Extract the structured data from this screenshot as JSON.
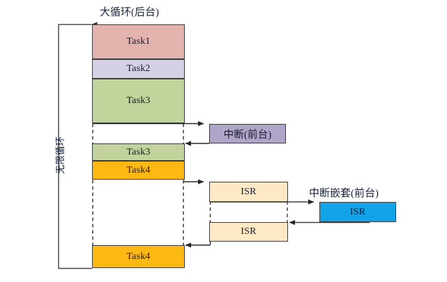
{
  "diagram": {
    "title_top": "大循环(后台)",
    "loop_label": "无限循环",
    "nested_label": "中断嵌套(前台)",
    "interrupt_label": "中断(前台)",
    "colors": {
      "task1": "#e3b3ae",
      "task2": "#d5d0e5",
      "task3": "#c2d49c",
      "task4": "#fdb913",
      "interrupt": "#b0a4c8",
      "isr": "#fdeac4",
      "isr_nested": "#13a3e8",
      "stroke": "#3a3a3a",
      "line": "#404040"
    },
    "background_blocks": [
      {
        "name": "task1",
        "label": "Task1"
      },
      {
        "name": "task2",
        "label": "Task2"
      },
      {
        "name": "task3",
        "label": "Task3"
      },
      {
        "name": "task3-resume",
        "label": "Task3"
      },
      {
        "name": "task4",
        "label": "Task4"
      },
      {
        "name": "task4-resume",
        "label": "Task4"
      }
    ],
    "foreground_blocks": [
      {
        "name": "interrupt",
        "label": "中断(前台)"
      },
      {
        "name": "isr-first",
        "label": "ISR"
      },
      {
        "name": "isr-second",
        "label": "ISR"
      },
      {
        "name": "isr-nested",
        "label": "ISR"
      }
    ],
    "bottom_caption": ""
  }
}
